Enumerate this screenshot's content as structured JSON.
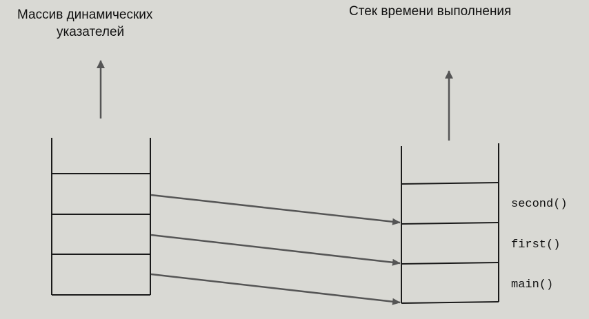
{
  "diagram": {
    "left_title_line1": "Массив динамических",
    "left_title_line2": "указателей",
    "right_title": "Стек времени выполнения",
    "frames": [
      {
        "label": "second()"
      },
      {
        "label": "first()"
      },
      {
        "label": "main()"
      }
    ]
  },
  "colors": {
    "background": "#d9d9d4",
    "line": "#1a1a1a",
    "arrow": "#555555"
  }
}
